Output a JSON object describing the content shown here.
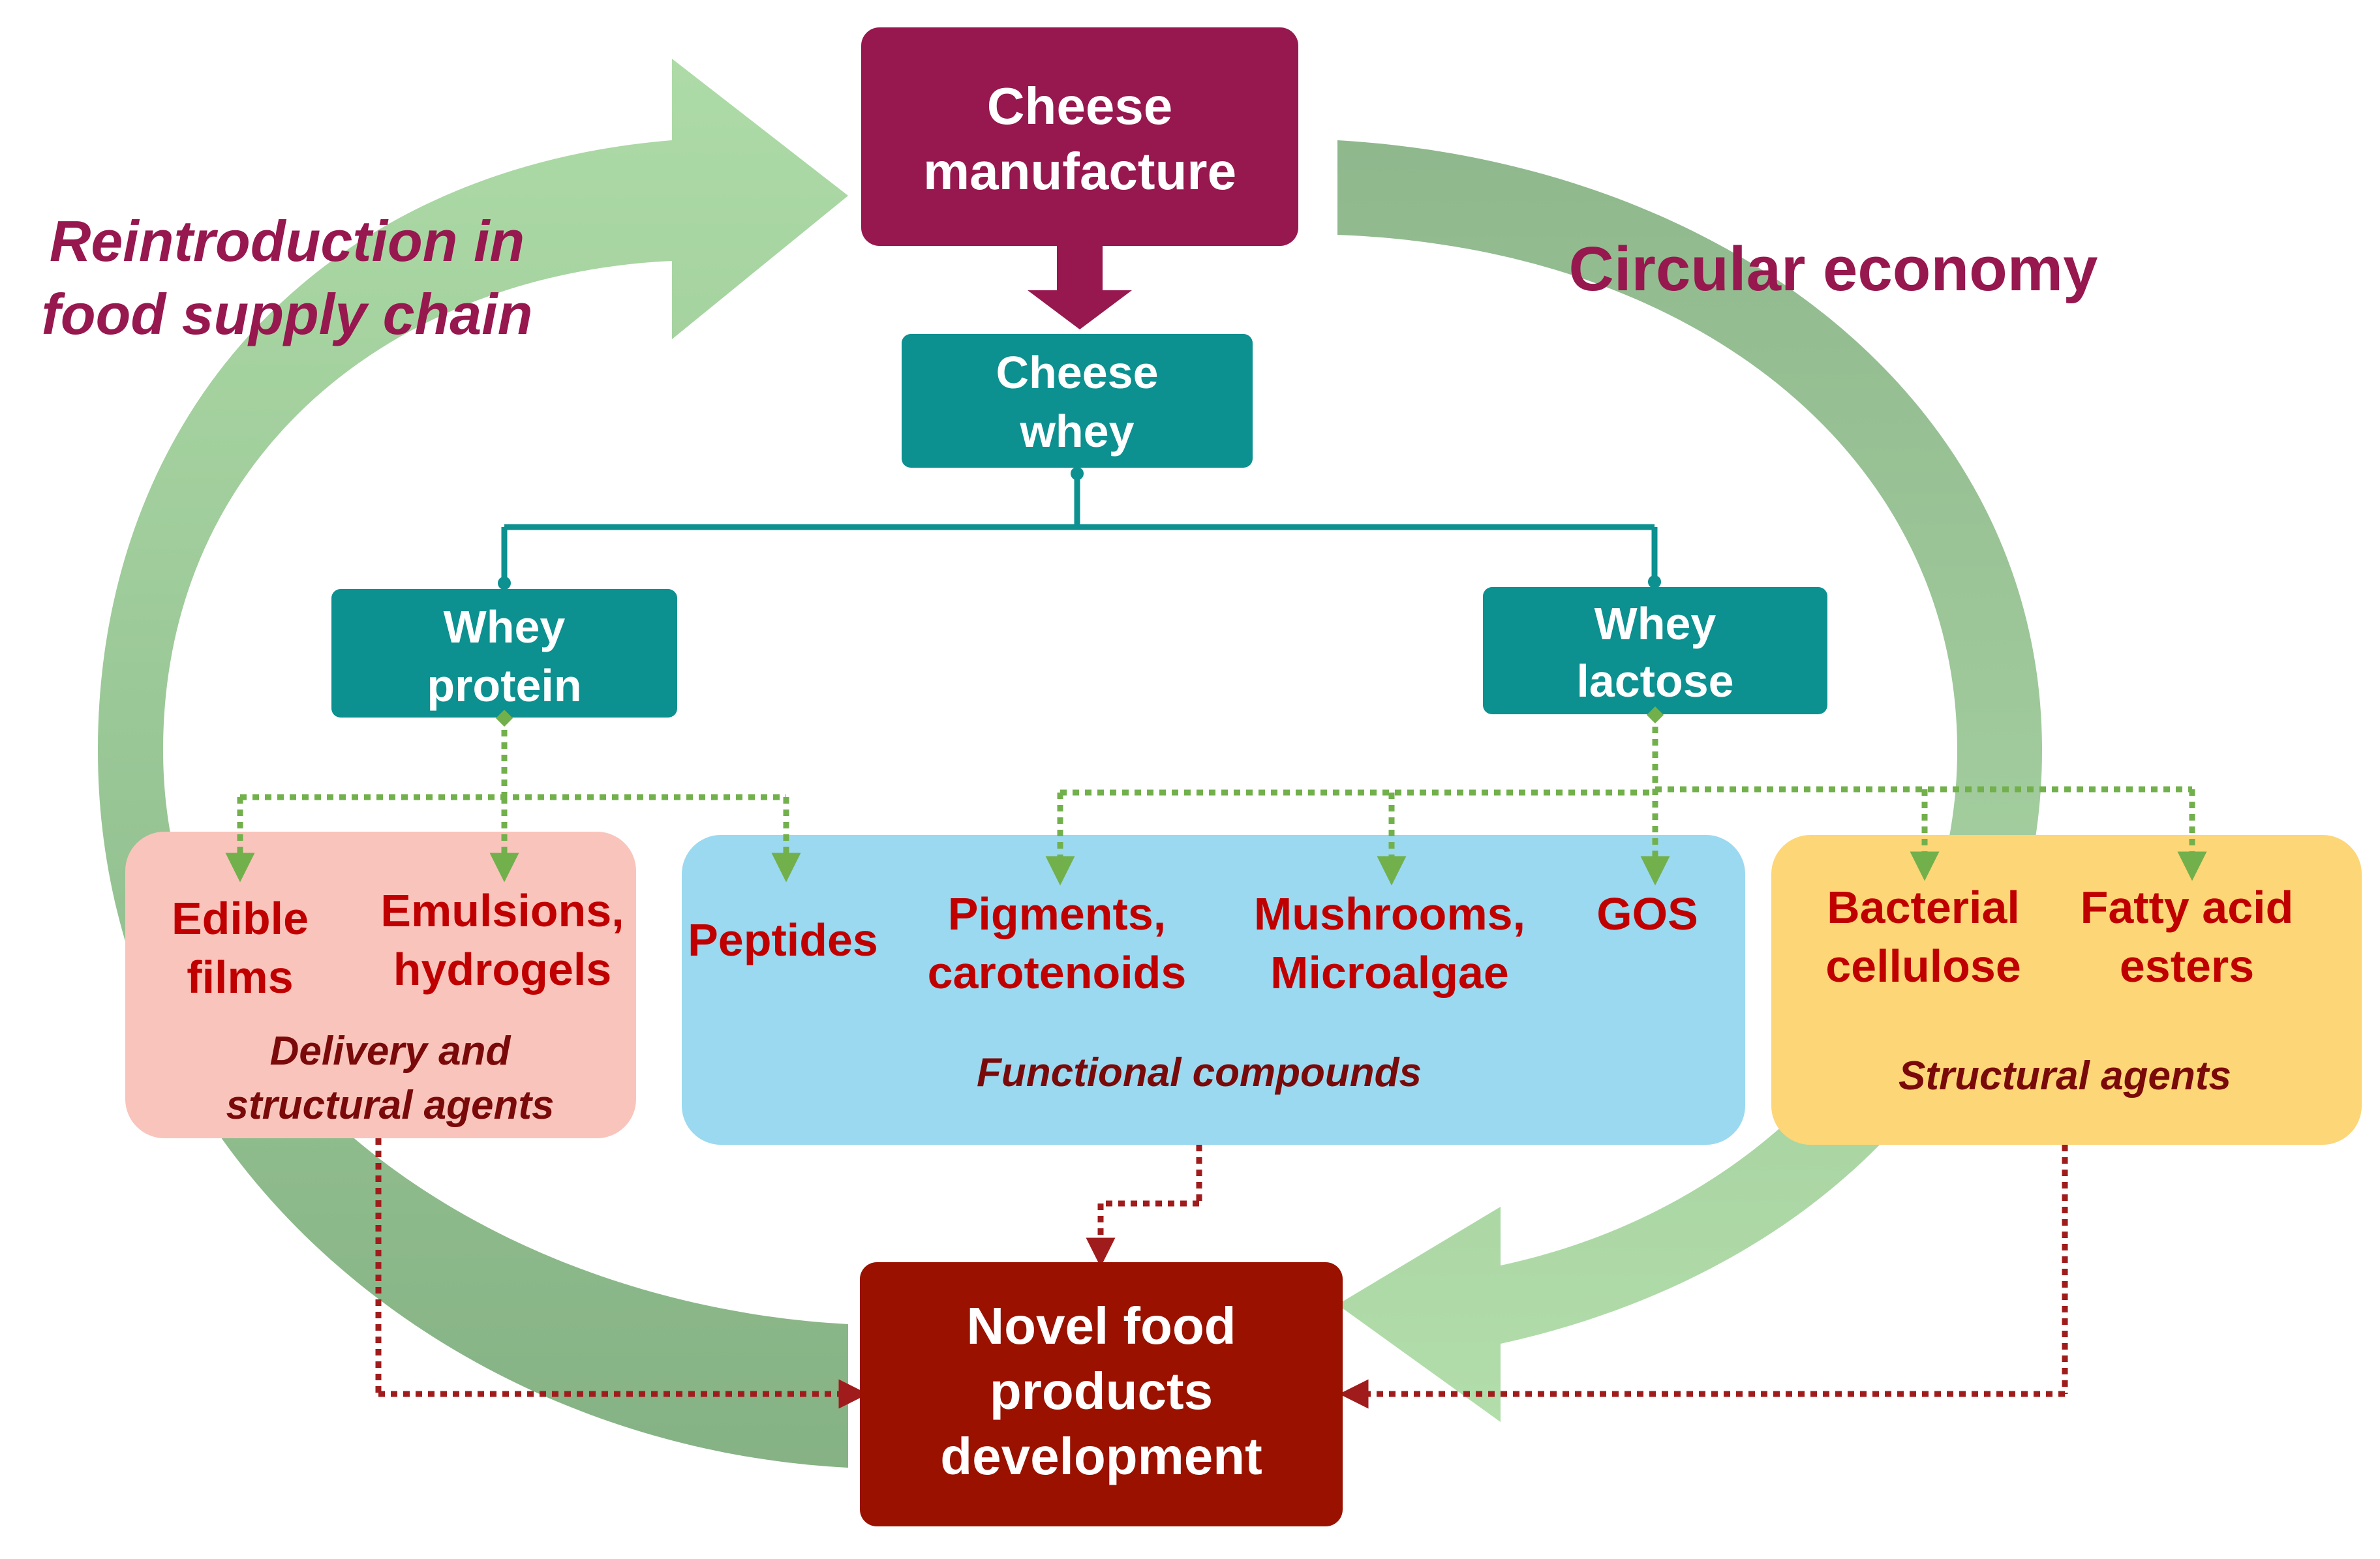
{
  "title_labels": {
    "reintroduction": [
      "Reintroduction in",
      "food supply chain"
    ],
    "circular": "Circular economy"
  },
  "top_box": {
    "lines": [
      "Cheese",
      "manufacture"
    ]
  },
  "whey_box": {
    "lines": [
      "Cheese",
      "whey"
    ]
  },
  "protein_box": {
    "lines": [
      "Whey",
      "protein"
    ]
  },
  "lactose_box": {
    "lines": [
      "Whey",
      "lactose"
    ]
  },
  "pink_group": {
    "items": [
      {
        "lines": [
          "Edible",
          "films"
        ]
      },
      {
        "lines": [
          "Emulsions,",
          "hydrogels"
        ]
      }
    ],
    "caption": [
      "Delivery and",
      "structural agents"
    ]
  },
  "blue_group": {
    "items": [
      {
        "lines": [
          "Peptides"
        ]
      },
      {
        "lines": [
          "Pigments,",
          "carotenoids"
        ]
      },
      {
        "lines": [
          "Mushrooms,",
          "Microalgae"
        ]
      },
      {
        "lines": [
          "GOS"
        ]
      }
    ],
    "caption": [
      "Functional compounds"
    ]
  },
  "yellow_group": {
    "items": [
      {
        "lines": [
          "Bacterial",
          "cellulose"
        ]
      },
      {
        "lines": [
          "Fatty acid",
          "esters"
        ]
      }
    ],
    "caption": [
      "Structural agents"
    ]
  },
  "bottom_box": {
    "lines": [
      "Novel food",
      "products",
      "development"
    ]
  },
  "colors": {
    "maroon": "#97174f",
    "teal": "#0c9090",
    "pink": "#f9c4bc",
    "blue": "#9ad9f0",
    "yellow": "#fdd678",
    "dark_red": "#9a1100",
    "arrow_light": "#a8d8a0",
    "arrow_dark": "#85b284",
    "dotted_green": "#72b04c",
    "dotted_red": "#a01c1c",
    "label_red": "#c00000"
  }
}
